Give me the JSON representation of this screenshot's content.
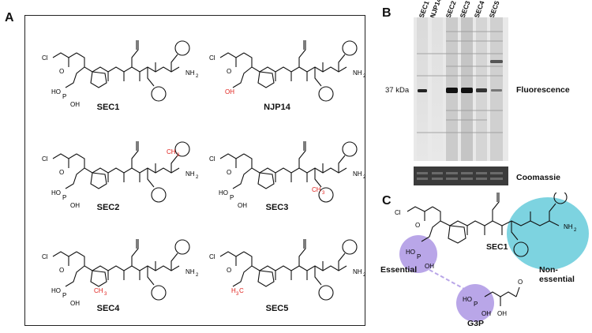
{
  "panels": {
    "a": {
      "letter": "A",
      "compounds": [
        "SEC1",
        "NJP14",
        "SEC2",
        "SEC3",
        "SEC4",
        "SEC5"
      ]
    },
    "b": {
      "letter": "B",
      "lanes": [
        "SEC1",
        "NJP14",
        "SEC2",
        "SEC3",
        "SEC4",
        "SEC5"
      ],
      "marker": "37 kDa",
      "fluorescence_label": "Fluorescence",
      "coomassie_label": "Coomassie"
    },
    "c": {
      "letter": "C",
      "compound": "SEC1",
      "metabolite": "G3P",
      "essential_label": "Essential",
      "nonessential_label": "Non-essential"
    }
  },
  "atoms": {
    "cl": "Cl",
    "o": "O",
    "n": "N",
    "h": "H",
    "nh2": "NH",
    "two": "2",
    "ho": "HO",
    "p": "P",
    "oh": "OH",
    "ch3": "CH",
    "three": "3",
    "h3c": "H",
    "h3c_c": "C"
  },
  "colors": {
    "highlight": "#e0201b",
    "essential": "#b9a6e8",
    "nonessential": "#7dd3e0",
    "bond": "#111111"
  }
}
